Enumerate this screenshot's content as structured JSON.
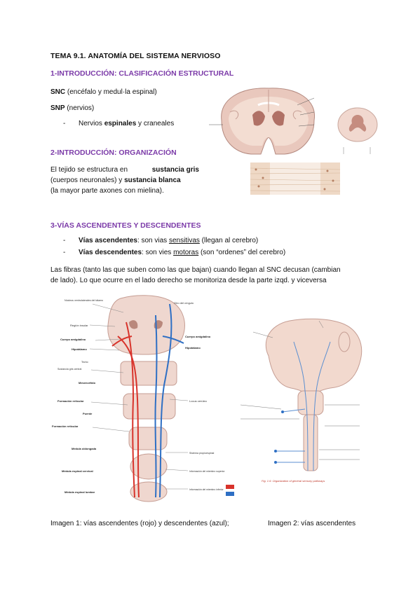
{
  "doc": {
    "title": "TEMA 9.1. ANATOMÍA DEL SISTEMA NERVIOSO",
    "section1": {
      "heading": "1-INTRODUCCIÓN: CLASIFICACIÓN ESTRUCTURAL",
      "snc_bold": "SNC",
      "snc_rest": " (encéfalo y medul·la espinal)",
      "snp_bold": "SNP",
      "snp_rest": " (nervios)",
      "bullet_dash": "-",
      "bullet_a": "Nervios ",
      "bullet_b": "espinales",
      "bullet_c": " y craneales"
    },
    "section2": {
      "heading": "2-INTRODUCCIÓN: ORGANIZACIÓN",
      "line1_a": "El tejido se estructura en ",
      "line1_b": "sustancia gris",
      "line2_a": "(cuerpos neuronales) y ",
      "line2_b": "sustancia blanca",
      "line3": "(la mayor parte axones con mielina)."
    },
    "section3": {
      "heading": "3-VÍAS ASCENDENTES Y DESCENDENTES",
      "b1_bold": "Vías ascendentes",
      "b1_mid": ": son vias ",
      "b1_u": "sensitivas",
      "b1_end": " (llegan al cerebro)",
      "b2_bold": "Vías descendentes",
      "b2_mid": ": son vies ",
      "b2_u": "motoras",
      "b2_end": " (son “ordenes” del cerebro)",
      "para_line1": "Las fibras (tanto las que suben como las que bajan) cuando llegan al SNC decusan (cambian",
      "para_line2": "de lado).  Lo que ocurre en el lado derecho se monitoriza desde la parte izqd. y viceversa"
    },
    "captions": {
      "img1": "Imagen 1: vías ascendentes (rojo) y descendentes (azul);",
      "img2": "Imagen 2: vías ascendentes"
    },
    "figure1_labels": {
      "l1": "Núcleos ventrolaterales del tálamo",
      "l2": "Región insular",
      "l3": "Cuerpo amigdalino",
      "l4": "Hipotálamo",
      "l5": "Techo",
      "l6": "Sustancia gris central",
      "l7": "Mesencéfalo",
      "l8": "Formación reticular",
      "l9": "Puente",
      "l10": "Formación reticular",
      "l11": "Médula oblongada",
      "l12": "Médula espinal cervical",
      "l13": "Médula espinal lumbar",
      "r1": "Giro del cíngulo",
      "r2": "Cuerpo amigdalino",
      "r3": "Hipotálamo",
      "r4": "Locus cerúleo",
      "r5": "Sistema propioespinal",
      "r6": "Información del miembro superior",
      "r7": "Información del miembro inferior"
    },
    "figure2_caption": "Fig. 1.6: Organization of general sensory pathways"
  },
  "colors": {
    "heading": "#7b3aa8",
    "ascending": "#d8332b",
    "descending": "#2e6fc4"
  }
}
